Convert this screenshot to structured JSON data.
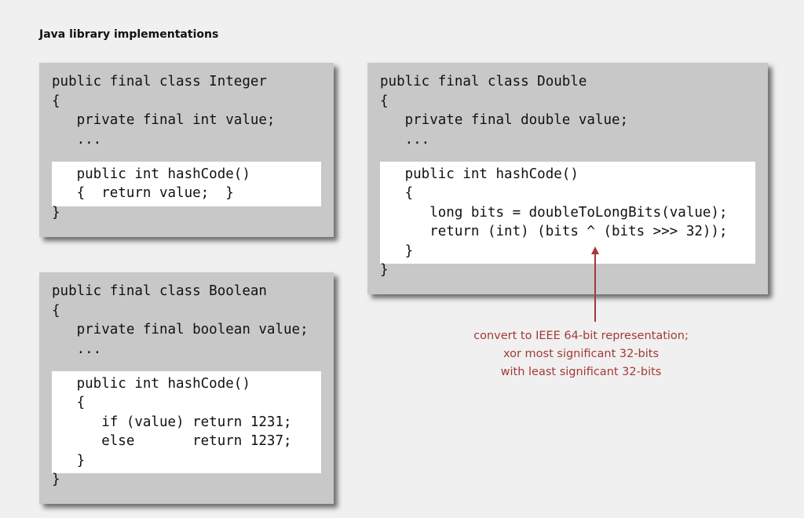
{
  "title": "Java library implementations",
  "integer_box": {
    "lines": [
      "public final class Integer",
      "{",
      "   private final int value;",
      "   ..."
    ],
    "hash_lines": [
      "   public int hashCode()",
      "   {  return value;  }"
    ],
    "closing": "}"
  },
  "double_box": {
    "lines": [
      "public final class Double",
      "{",
      "   private final double value;",
      "   ..."
    ],
    "hash_lines": [
      "   public int hashCode()",
      "   {",
      "      long bits = doubleToLongBits(value);",
      "      return (int) (bits ^ (bits >>> 32));",
      "   }"
    ],
    "closing": "}"
  },
  "boolean_box": {
    "lines": [
      "public final class Boolean",
      "{",
      "   private final boolean value;",
      "   ..."
    ],
    "hash_lines": [
      "   public int hashCode()",
      "   {",
      "      if (value) return 1231;",
      "      else       return 1237;",
      "   }"
    ],
    "closing": "}"
  },
  "annotation": {
    "lines": [
      "convert to IEEE 64-bit representation;",
      "xor most significant 32-bits",
      "with least significant 32-bits"
    ],
    "color": "#a33a36"
  }
}
